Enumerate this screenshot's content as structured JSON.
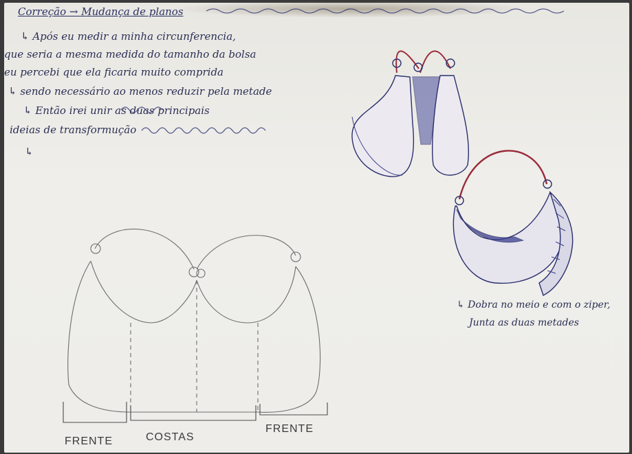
{
  "notes": {
    "title": "Correção → Mudança de planos",
    "lines": [
      "↳ Após eu medir a minha circunferencia,",
      "que seria a mesma medida do tamanho da bolsa",
      "eu percebi que ela ficaria muito comprida",
      "↳ sendo necessário ao menos reduzir pela metade",
      "↳ Então irei unir as duas principais",
      "ideias de transformução",
      "↳"
    ]
  },
  "annotation": {
    "lines": [
      "↳ Dobra no meio e com o ziper,",
      "Junta as duas metades"
    ]
  },
  "pattern_labels": {
    "left": "FRENTE",
    "center": "COSTAS",
    "right": "FRENTE"
  },
  "colors": {
    "ink_blue": "#2b2f6e",
    "ink_red": "#9a2a3a",
    "pencil": "#6e6e6e"
  }
}
